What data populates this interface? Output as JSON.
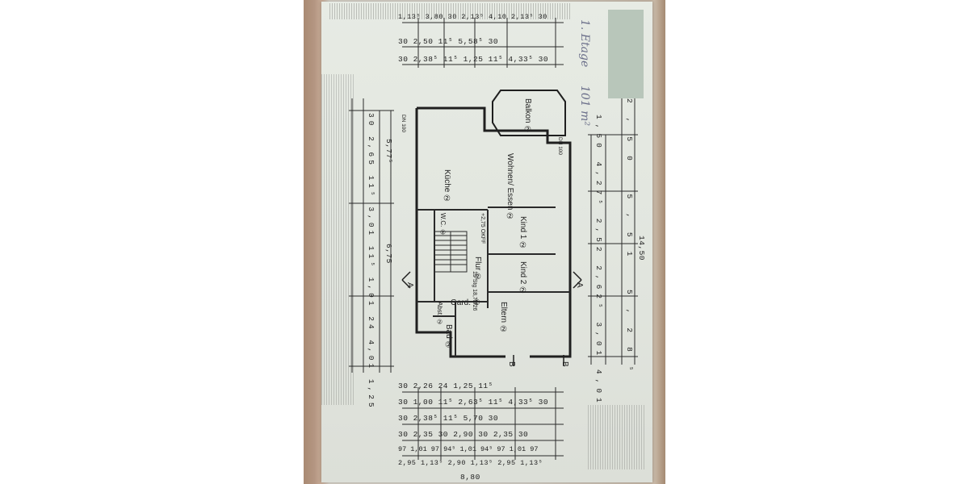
{
  "handwriting": {
    "floor_label": "1. Etage",
    "area_label": "101 m²"
  },
  "rooms": {
    "balcony": "Balkon ②",
    "living": "Wohnen/ Essen ②",
    "kitchen": "Küche ②",
    "wc": "W.C. ②",
    "child1": "Kind 1 ②",
    "child2": "Kind 2 ②",
    "hall": "Flur ②",
    "wardrobe": "Gard. ②",
    "storage": "Abst. ②",
    "parents": "Eltern ②",
    "bath": "Bad ②"
  },
  "annotations": {
    "stairs": "15 Stg 18,75/26",
    "level": "+2,75 OKFF",
    "section_a": "A",
    "section_b": "B",
    "dn": "DN 100"
  },
  "dimensions": {
    "top_row1": "1,13⁵  3,80  30  2,13⁵  4,10  2,13⁵  30",
    "top_row2": "30   2,50   11⁵   5,58⁵   30",
    "top_row3": "30  2,38⁵ 11⁵ 1,25 11⁵  4,33⁵  30",
    "right_total": "14,50",
    "right_row1": "2,50  5,51  5,28⁵",
    "right_row2": "1,50  4,27⁵  2,52  2,62⁵  3,01  4,01",
    "left_total1": "5,77⁵",
    "left_total2": "6,75",
    "left_row": "30  2,65  11⁵  3,01  11⁵  1,01  24  4,01  1,25",
    "bottom_row1": "30  2,26  24  1,25  11⁵",
    "bottom_row2": "30  1,00  11⁵  2,63⁵  11⁵  4,33⁵  30",
    "bottom_row3": "30  2,38⁵  11⁵   5,70   30",
    "bottom_row4": "30   2,35   30   2,90   30   2,35   30",
    "bottom_row5": "97  1,01  97  94⁵  1,01  94⁵  97  1,01  97",
    "bottom_row6": "2,95   1,13⁵   2,90   1,13⁵   2,95   1,13⁵",
    "bottom_total": "8,80"
  }
}
